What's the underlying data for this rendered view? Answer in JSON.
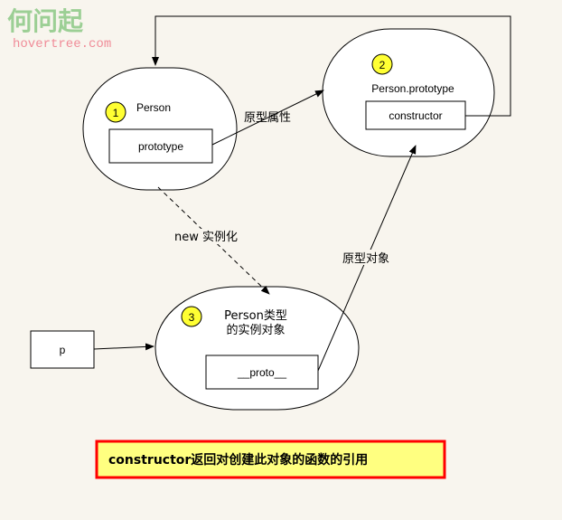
{
  "watermark": {
    "title": "何问起",
    "site": "hovertree.com"
  },
  "nodes": {
    "person": {
      "number": "1",
      "label": "Person",
      "box": "prototype"
    },
    "prototype": {
      "number": "2",
      "label": "Person.prototype",
      "box": "constructor"
    },
    "instance": {
      "number": "3",
      "label_line1": "Person类型",
      "label_line2": "的实例对象",
      "box": "__proto__"
    },
    "p": {
      "label": "p"
    }
  },
  "edges": {
    "prototype_property": "原型属性",
    "new_instance": "new 实例化",
    "prototype_object": "原型对象"
  },
  "note": "constructor返回对创建此对象的函数的引用",
  "colors": {
    "badge": "#ffff33",
    "note_fill": "#ffff80",
    "note_border": "#ff0000"
  }
}
